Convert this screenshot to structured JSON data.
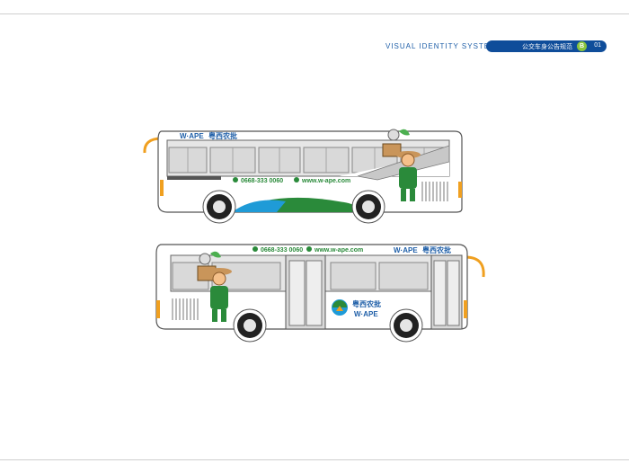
{
  "header": {
    "system_title": "VISUAL IDENTITY SYSTEM",
    "section_title": "公交车身公告规范",
    "section_letter": "B",
    "page_number": "01"
  },
  "brand": {
    "logo_latin": "W·APE",
    "logo_cn": "粤西农批",
    "phone": "0668-333 0060",
    "website": "www.w-ape.com"
  },
  "colors": {
    "brand_blue": "#1f5fa8",
    "brand_green": "#2a8a3a",
    "accent_orange": "#f0a020"
  }
}
